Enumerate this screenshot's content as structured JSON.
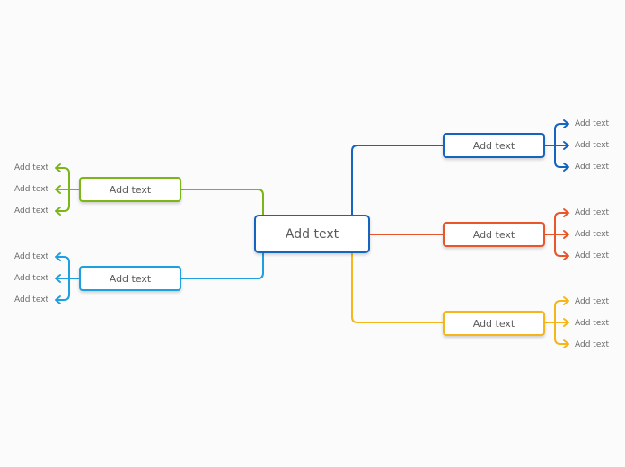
{
  "center": {
    "label": "Add text",
    "color": "#1565c0"
  },
  "branches": {
    "top_right": {
      "label": "Add text",
      "color": "#1565c0",
      "leaves": [
        "Add text",
        "Add text",
        "Add text"
      ]
    },
    "middle_right": {
      "label": "Add text",
      "color": "#e8562a",
      "leaves": [
        "Add text",
        "Add text",
        "Add text"
      ]
    },
    "bottom_right": {
      "label": "Add text",
      "color": "#f4b619",
      "leaves": [
        "Add text",
        "Add text",
        "Add text"
      ]
    },
    "top_left": {
      "label": "Add text",
      "color": "#7cb518",
      "leaves": [
        "Add text",
        "Add text",
        "Add text"
      ]
    },
    "bottom_left": {
      "label": "Add text",
      "color": "#1ea0e0",
      "leaves": [
        "Add text",
        "Add text",
        "Add text"
      ]
    }
  }
}
